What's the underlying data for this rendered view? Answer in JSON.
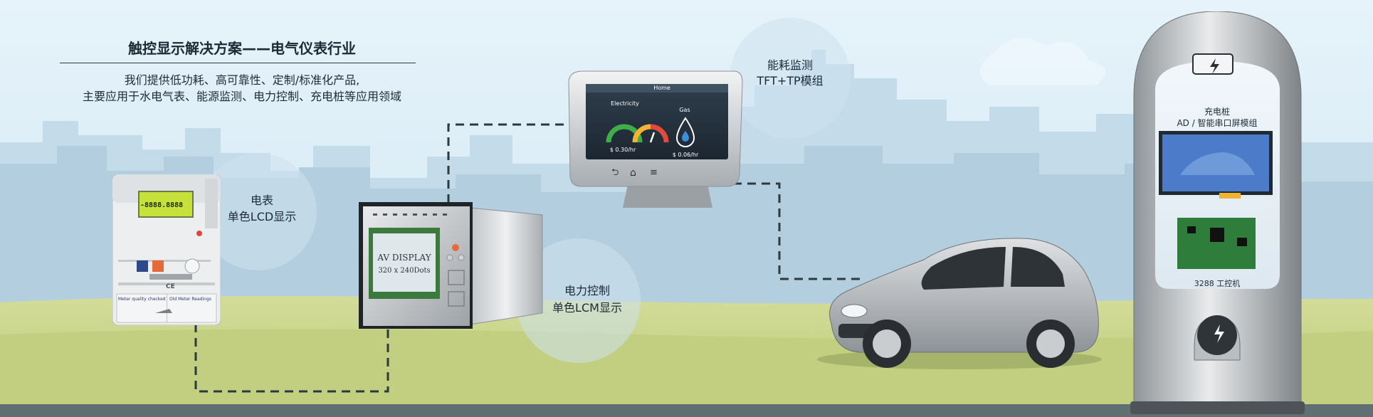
{
  "headline": "触控显示解决方案——电气仪表行业",
  "subline1": "我们提供低功耗、高可靠性、定制/标准化产品,",
  "subline2": "主要应用于水电气表、能源监测、电力控制、充电桩等应用领域",
  "meter": {
    "caption1": "电表",
    "caption2": "单色LCD显示",
    "lcd_digits": "-8888.8888",
    "label_left": "Meter quality checked",
    "label_right": "Old Meter Readings",
    "ce_mark": "CE"
  },
  "lcm": {
    "caption1": "电力控制",
    "caption2": "单色LCM显示",
    "line1": "AV DISPLAY",
    "line2": "320 x 240Dots"
  },
  "tft": {
    "caption1": "能耗监测",
    "caption2": "TFT+TP模组",
    "screen_title": "Home",
    "electricity_label": "Electricity",
    "electricity_value": "$ 0.30/hr",
    "gas_label": "Gas",
    "gas_value": "$ 0.06/hr"
  },
  "charger": {
    "caption1": "充电桩",
    "caption2": "AD / 智能串口屏模组",
    "board_caption": "3288 工控机"
  },
  "colors": {
    "sky": "#d7ebf6",
    "grass": "#c8d488",
    "dash": "#2b3a3f",
    "lcd_green": "#c6e23a"
  }
}
